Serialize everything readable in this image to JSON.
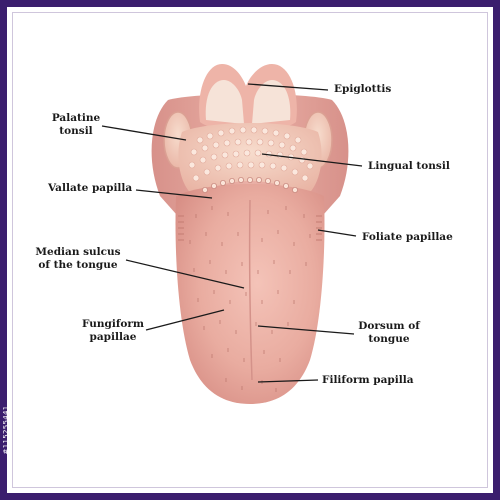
{
  "labels": {
    "epiglottis": "Epiglottis",
    "palatine_line1": "Palatine",
    "palatine_line2": "tonsil",
    "lingual_tonsil": "Lingual tonsil",
    "vallate": "Vallate papilla",
    "foliate": "Foliate papillae",
    "median_line1": "Median sulcus",
    "median_line2": "of the tongue",
    "fungiform_line1": "Fungiform",
    "fungiform_line2": "papillae",
    "dorsum_line1": "Dorsum of",
    "dorsum_line2": "tongue",
    "filiform": "Filiform papilla"
  },
  "stock_id": "#115255441",
  "colors": {
    "frame": "#3b1e6e",
    "tongue": "#e9aca0",
    "tongue_dark": "#d88f86",
    "tonsil": "#f3cdbd",
    "line": "#1a1a1a"
  }
}
